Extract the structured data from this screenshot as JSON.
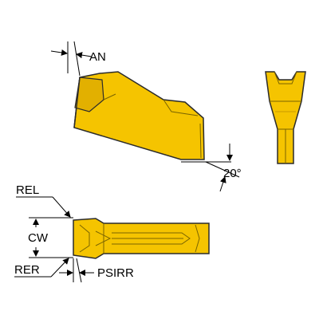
{
  "labels": {
    "an": "AN",
    "angle": "20°",
    "rel": "REL",
    "cw": "CW",
    "rer": "RER",
    "psirr": "PSIRR"
  },
  "colors": {
    "insert_fill": "#F5C400",
    "insert_shade": "#D9A800",
    "outline": "#2b2b2b",
    "dim_line": "#000000"
  }
}
